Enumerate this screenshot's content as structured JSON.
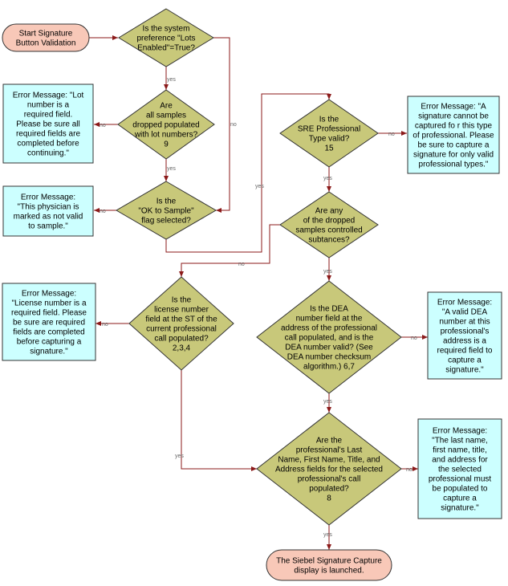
{
  "colors": {
    "terminal_fill": "#f8c8b8",
    "decision_fill": "#c8c87a",
    "error_fill": "#ccffff",
    "node_stroke": "#333333",
    "edge_color": "#8b1a1a"
  },
  "nodes": {
    "start": {
      "lines": [
        "Start Signature",
        "Button Validation"
      ]
    },
    "d1": {
      "lines": [
        "Is the system",
        "preference \"Lots",
        "Enabled\"=True?"
      ]
    },
    "d2": {
      "lines": [
        "Are",
        "all samples",
        "dropped populated",
        "with lot numbers?",
        "9"
      ]
    },
    "d3": {
      "lines": [
        "Is the",
        "\"OK to Sample\"",
        "flag selected?"
      ]
    },
    "d4": {
      "lines": [
        "Is the",
        "SRE Professional",
        "Type valid?",
        "15"
      ]
    },
    "d5": {
      "lines": [
        "Are any",
        "of the dropped",
        "samples controlled",
        "subtances?"
      ]
    },
    "d6": {
      "lines": [
        "Is the",
        "license number",
        "field at the ST of the",
        "current professional",
        "call populated?",
        "2,3,4"
      ]
    },
    "d7": {
      "lines": [
        "Is the DEA",
        "number field at the",
        "address of the professional",
        "call  populated, and is the",
        "DEA number valid? (See",
        "DEA number checksum",
        "algorithm.) 6,7"
      ]
    },
    "d8": {
      "lines": [
        "Are the",
        "professional's  Last",
        "Name, First Name, Title, and",
        "Address fields for the selected",
        "professional's call",
        "populated?",
        "8"
      ]
    },
    "e1": {
      "lines": [
        "Error Message: \"Lot",
        "number is a",
        "required field.",
        "Please be sure all",
        "required fields are",
        "completed before",
        "continuing.\""
      ]
    },
    "e2": {
      "lines": [
        "Error Message:",
        "\"This physician is",
        "marked as not valid",
        "to sample.\""
      ]
    },
    "e3": {
      "lines": [
        "Error Message: \"A",
        "signature cannot be",
        "captured fo r this type",
        "of professional. Please",
        "be sure to capture a",
        "signature for only valid",
        "professional types.\""
      ]
    },
    "e4": {
      "lines": [
        "Error Message:",
        "\"License number is a",
        "required field. Please",
        "be sure are required",
        "fields are completed",
        "before capturing  a",
        "signature.\""
      ]
    },
    "e5": {
      "lines": [
        "Error Message:",
        "\"A valid DEA",
        "number at this",
        "professional's",
        "address is a",
        "required field to",
        "capture a",
        "signature.\""
      ]
    },
    "e6": {
      "lines": [
        "Error Message:",
        "\"The last name,",
        "first name, title,",
        "and address for",
        "the selected",
        "professional must",
        "be populated to",
        "capture a",
        "signature.\""
      ]
    },
    "end": {
      "lines": [
        "The Siebel Signature Capture",
        "display is launched."
      ]
    }
  },
  "edge_labels": {
    "yes": "yes",
    "no": "no"
  }
}
